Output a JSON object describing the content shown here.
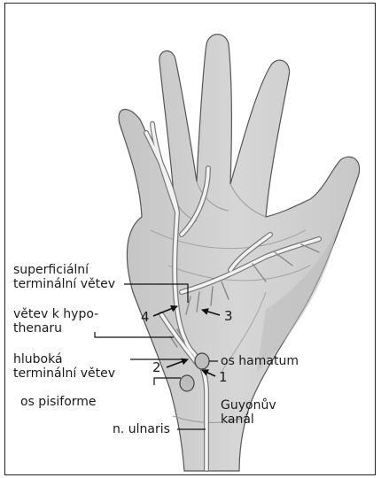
{
  "labels": {
    "superficial_line1": "superficiální",
    "superficial_line2": "terminální větev",
    "hypothenar_line1": "větev k hypo-",
    "hypothenar_line2": "thenaru",
    "deep_line1": "hluboká",
    "deep_line2": "terminální větev",
    "pisiform": "os pisiforme",
    "ulnar_nerve": "n. ulnaris",
    "hamate": "os hamatum",
    "guyon_line1": "Guyonův",
    "guyon_line2": "kanál"
  },
  "numbers": {
    "n1": "1",
    "n2": "2",
    "n3": "3",
    "n4": "4"
  },
  "colors": {
    "skin": "#d2d2d2",
    "skin_shadow": "#b8b8b8",
    "nerve": "#f2f2f2",
    "nerve_outline": "#7a7a7a",
    "bone": "#bdbdbd",
    "leader": "#111111"
  }
}
